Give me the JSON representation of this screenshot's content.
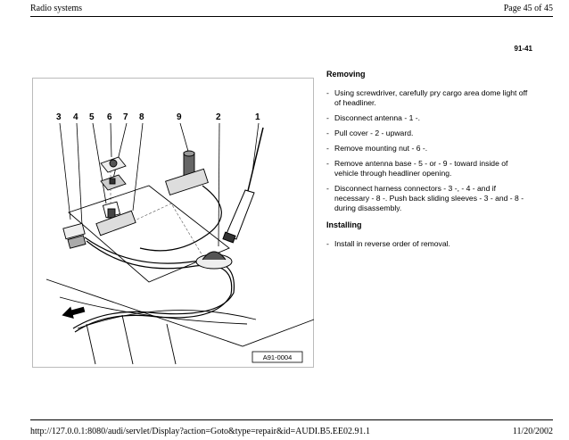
{
  "header": {
    "left": "Radio systems",
    "right": "Page 45 of 45"
  },
  "section_number": "91-41",
  "diagram": {
    "callouts": [
      "3",
      "4",
      "5",
      "6",
      "7",
      "8",
      "9",
      "2",
      "1"
    ],
    "figure_code": "A91-0004"
  },
  "removing": {
    "heading": "Removing",
    "steps": [
      "Using screwdriver, carefully pry cargo area dome light off of headliner.",
      "Disconnect antenna - 1 -.",
      "Pull cover - 2 - upward.",
      "Remove mounting nut - 6 -.",
      "Remove antenna base - 5 - or - 9 - toward inside of vehicle through headliner opening.",
      "Disconnect harness connectors - 3 -, - 4 - and if necessary - 8 -. Push back sliding sleeves - 3 - and - 8 - during disassembly."
    ]
  },
  "installing": {
    "heading": "Installing",
    "steps": [
      "Install in reverse order of removal."
    ]
  },
  "footer": {
    "url": "http://127.0.0.1:8080/audi/servlet/Display?action=Goto&type=repair&id=AUDI.B5.EE02.91.1",
    "date": "11/20/2002"
  }
}
